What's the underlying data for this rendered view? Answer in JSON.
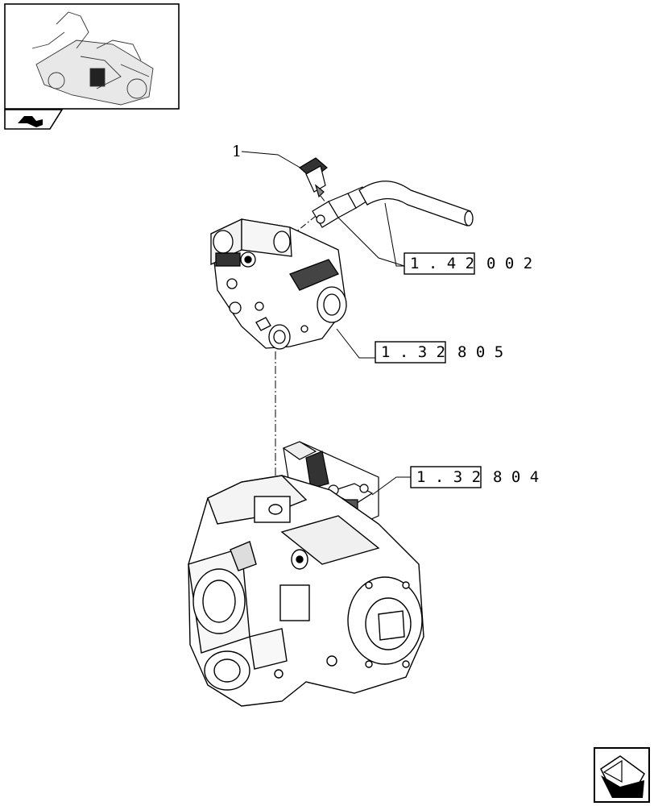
{
  "callouts": {
    "part_1": "1"
  },
  "references": [
    {
      "boxed": "1 . 4 2",
      "suffix": "0   0 2"
    },
    {
      "boxed": "1 . 3 2",
      "suffix": "8   0 5"
    },
    {
      "boxed": "1 . 3 2",
      "suffix": "8   0 4"
    }
  ],
  "icons": {
    "thumbnail": "tractor-transmission-thumbnail",
    "section_tab": "section-badge-icon",
    "navigation": "next-page-arrow-icon"
  }
}
